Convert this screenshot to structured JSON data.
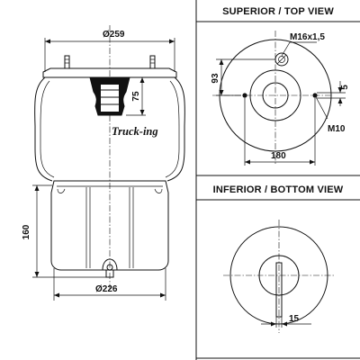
{
  "views": {
    "top_title": "SUPERIOR / TOP VIEW",
    "bottom_title": "INFERIOR / BOTTOM VIEW"
  },
  "side_view": {
    "brand": "Truck-ing",
    "dim_top_diameter": "Ø259",
    "dim_bump_height": "75",
    "dim_piston_height": "160",
    "dim_bottom_diameter": "Ø226"
  },
  "top_view": {
    "dim_thread": "M16x1,5",
    "dim_offset": "93",
    "dim_slot": "5",
    "dim_bolt": "M10",
    "dim_spacing": "180"
  },
  "bottom_view": {
    "dim_width": "15"
  }
}
